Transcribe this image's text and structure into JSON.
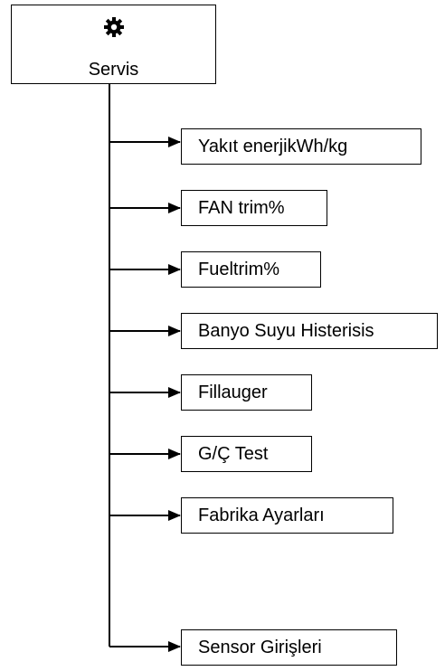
{
  "root": {
    "icon": "gear-icon",
    "label": "Servis"
  },
  "items": [
    {
      "label": "Yakıt enerjikWh/kg"
    },
    {
      "label": "FAN trim%"
    },
    {
      "label": "Fueltrim%"
    },
    {
      "label": "Banyo Suyu Histerisis"
    },
    {
      "label": "Fillauger"
    },
    {
      "label": "G/Ç Test"
    },
    {
      "label": "Fabrika Ayarları"
    },
    {
      "label": "Sensor Girişleri"
    }
  ],
  "colors": {
    "line": "#000000",
    "background": "#ffffff"
  }
}
